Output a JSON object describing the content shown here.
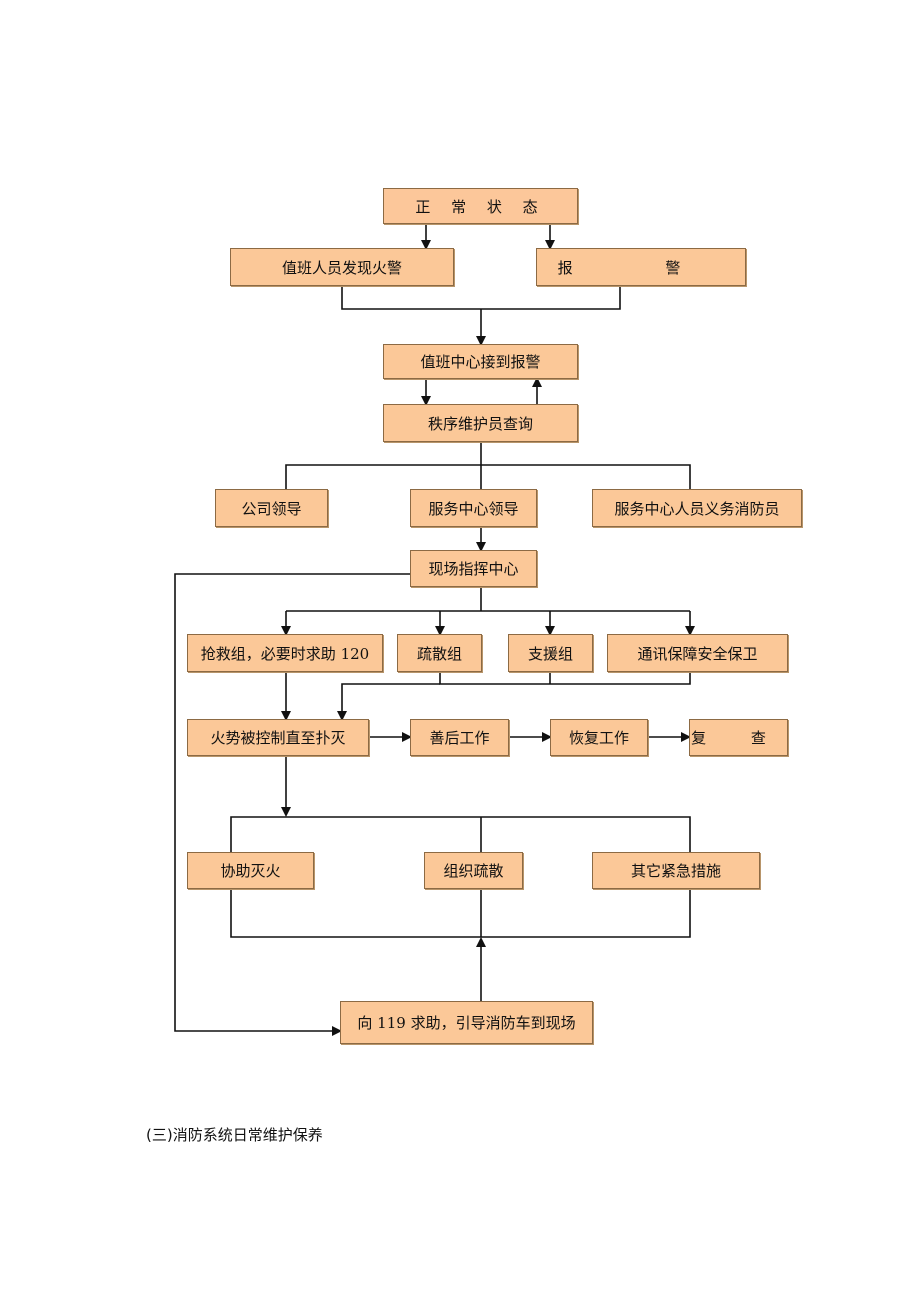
{
  "colors": {
    "box_fill": "#fbc898",
    "box_top_fill": "#fcc79a",
    "line": "#111111"
  },
  "nodes": {
    "normal_state": "正 常 状 态",
    "duty_staff_finds_fire": "值班人员发现火警",
    "alarm": "报 警",
    "duty_center_receives": "值班中心接到报警",
    "order_guard_check": "秩序维护员查询",
    "company_leader": "公司领导",
    "service_center_leader": "服务中心领导",
    "service_center_firefighters": "服务中心人员义务消防员",
    "onsite_command": "现场指挥中心",
    "rescue_group": "抢救组，必要时求助 120",
    "evacuation_group": "疏散组",
    "support_group": "支援组",
    "comm_security": "通讯保障安全保卫",
    "fire_controlled": "火势被控制直至扑灭",
    "aftermath": "善后工作",
    "recovery": "恢复工作",
    "review": "复 查",
    "assist_extinguish": "协助灭火",
    "organize_evacuation": "组织疏散",
    "other_measures": "其它紧急措施",
    "call_119": "向 119 求助，引导消防车到现场"
  },
  "footer": {
    "section_heading": "(三)消防系统日常维护保养"
  }
}
